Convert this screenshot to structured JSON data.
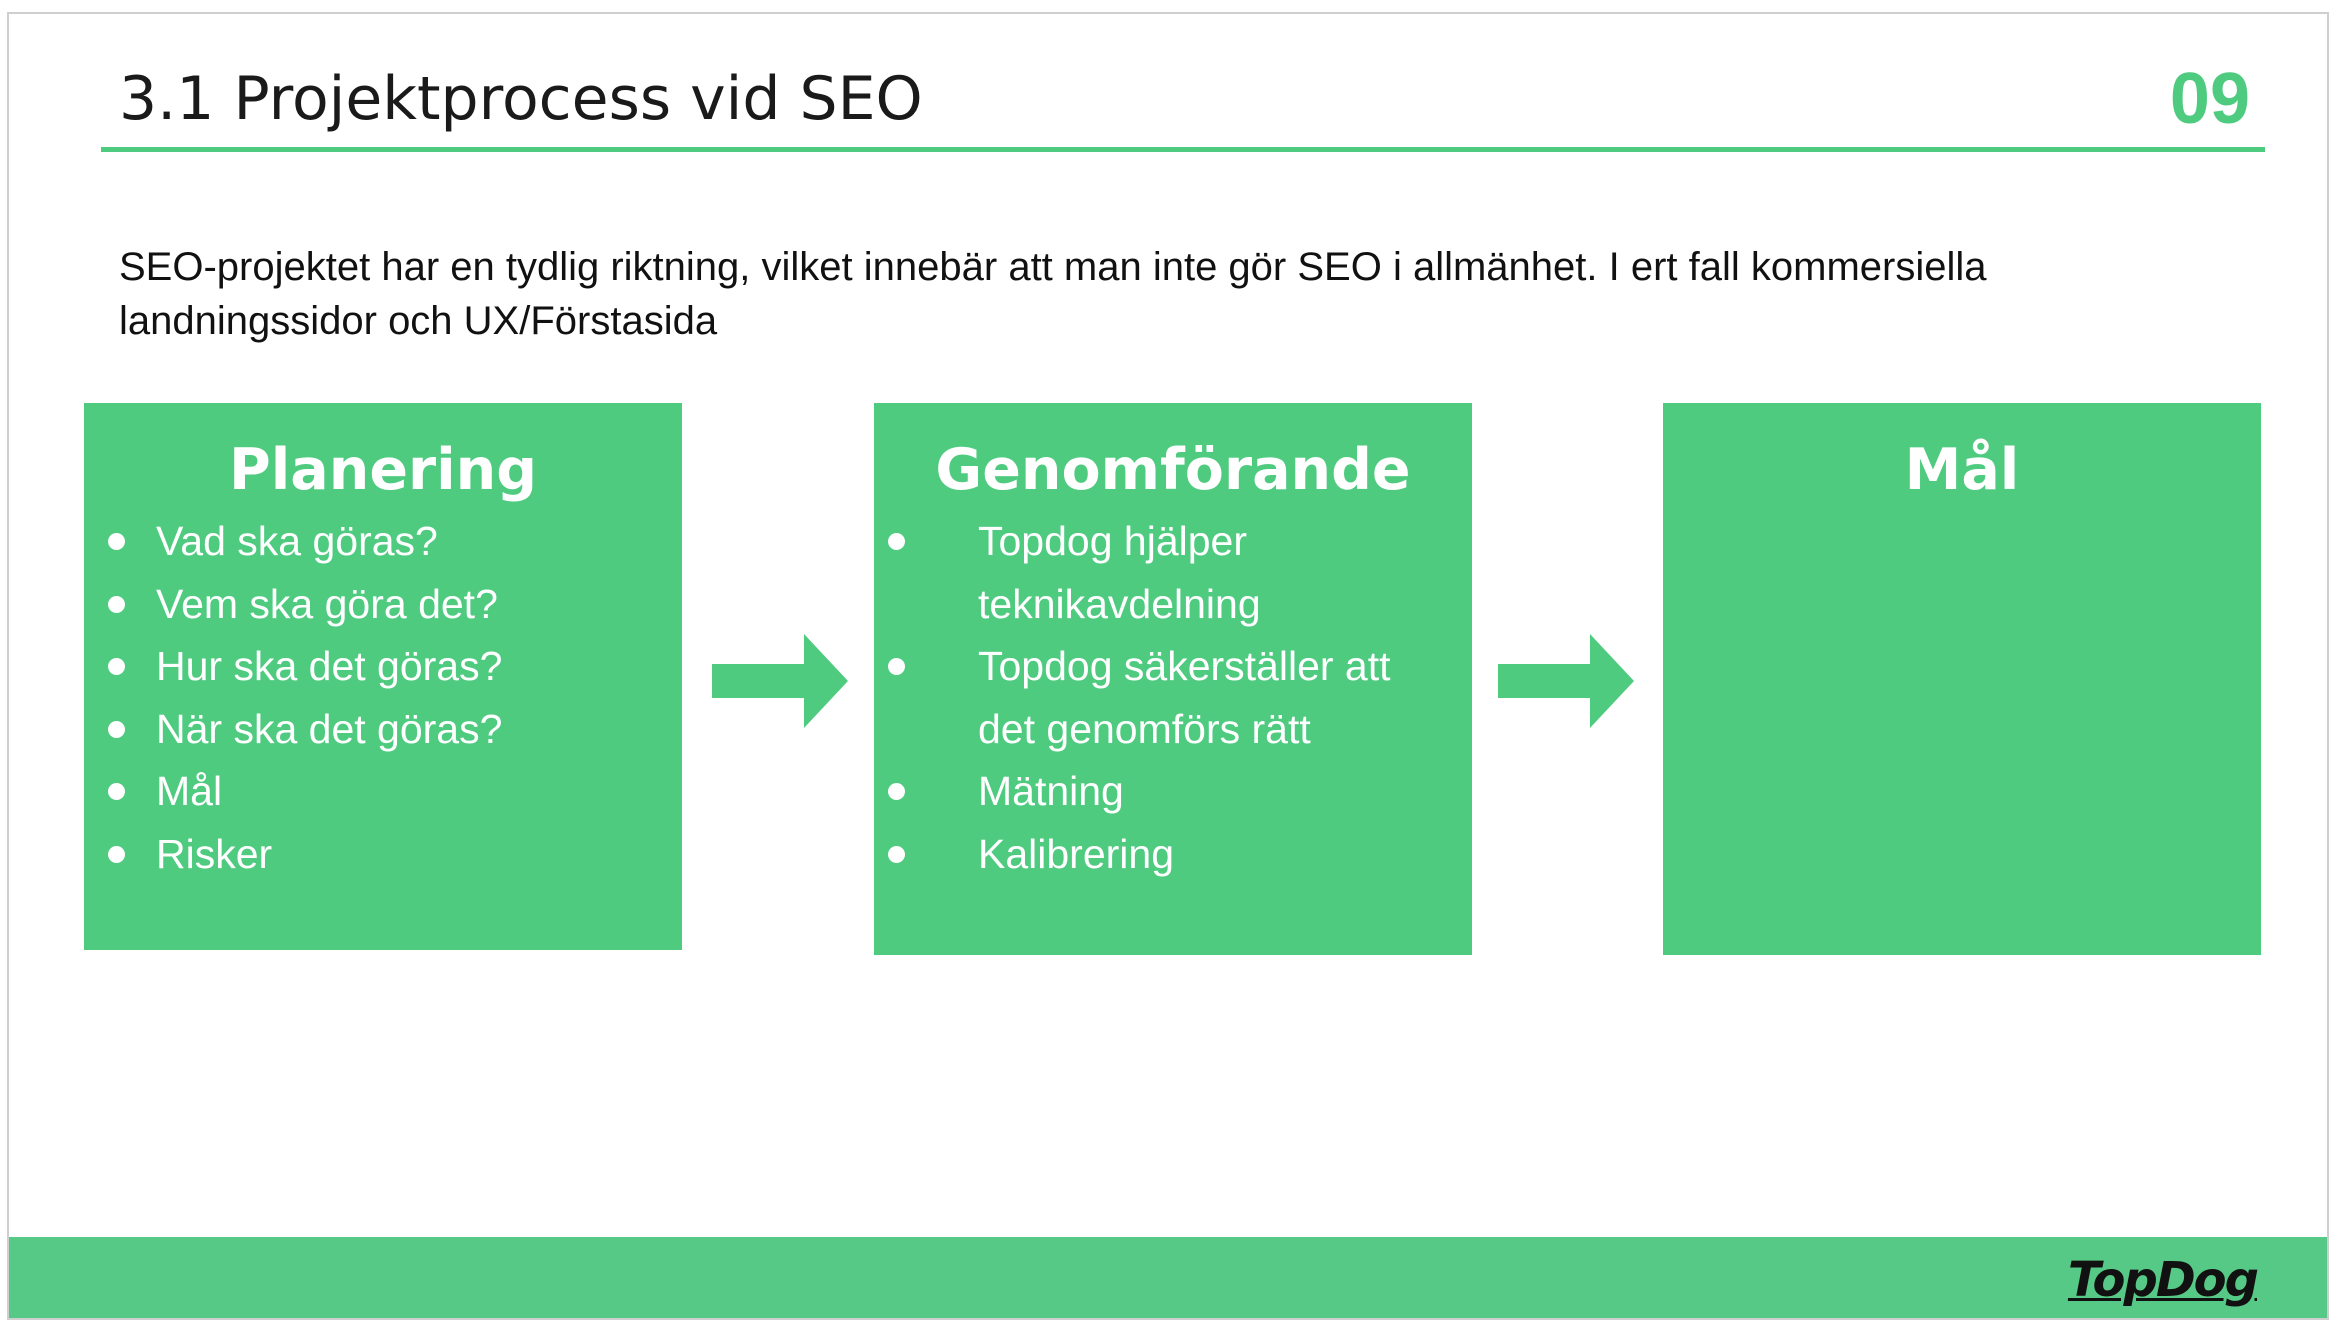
{
  "slide": {
    "title": "3.1 Projektprocess vid SEO",
    "page_number": "09",
    "intro_text": "SEO-projektet har en tydlig riktning, vilket innebär att man inte gör SEO i allmänhet. I ert fall kommersiella landningssidor och UX/Förstasida"
  },
  "process": {
    "steps": [
      {
        "heading": "Planering",
        "items": [
          "Vad ska göras?",
          "Vem ska göra det?",
          "Hur ska det göras?",
          "När ska det göras?",
          "Mål",
          "Risker"
        ]
      },
      {
        "heading": "Genomförande",
        "items": [
          "Topdog hjälper teknikavdelning",
          "Topdog säkerställer att det genomförs rätt",
          "Mätning",
          "Kalibrering"
        ]
      },
      {
        "heading": "Mål",
        "items": []
      }
    ]
  },
  "footer": {
    "logo_text": "TopDog"
  },
  "colors": {
    "accent": "#4fcb80",
    "footer": "#55c985",
    "text_on_accent": "#ffffff"
  }
}
